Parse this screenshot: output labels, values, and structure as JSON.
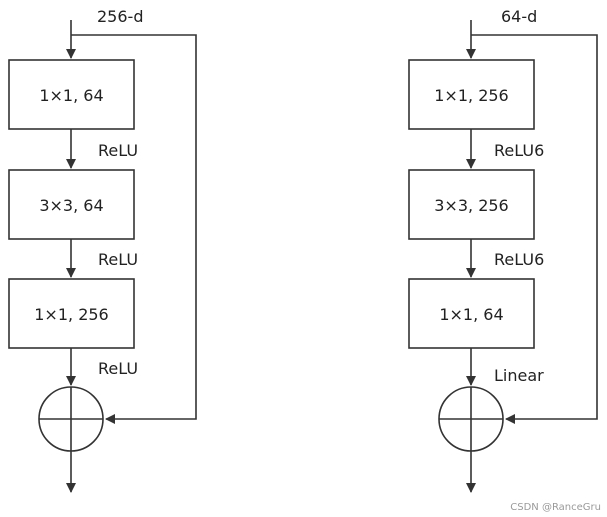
{
  "colors": {
    "stroke": "#333333",
    "text": "#222222",
    "watermark": "#9a9a9a"
  },
  "left_block": {
    "input_label": "256-d",
    "boxes": [
      "1×1, 64",
      "3×3, 64",
      "1×1, 256"
    ],
    "activations": [
      "ReLU",
      "ReLU",
      "ReLU"
    ]
  },
  "right_block": {
    "input_label": "64-d",
    "boxes": [
      "1×1, 256",
      "3×3, 256",
      "1×1, 64"
    ],
    "activations": [
      "ReLU6",
      "ReLU6",
      "Linear"
    ]
  },
  "watermark": "CSDN @RanceGru"
}
